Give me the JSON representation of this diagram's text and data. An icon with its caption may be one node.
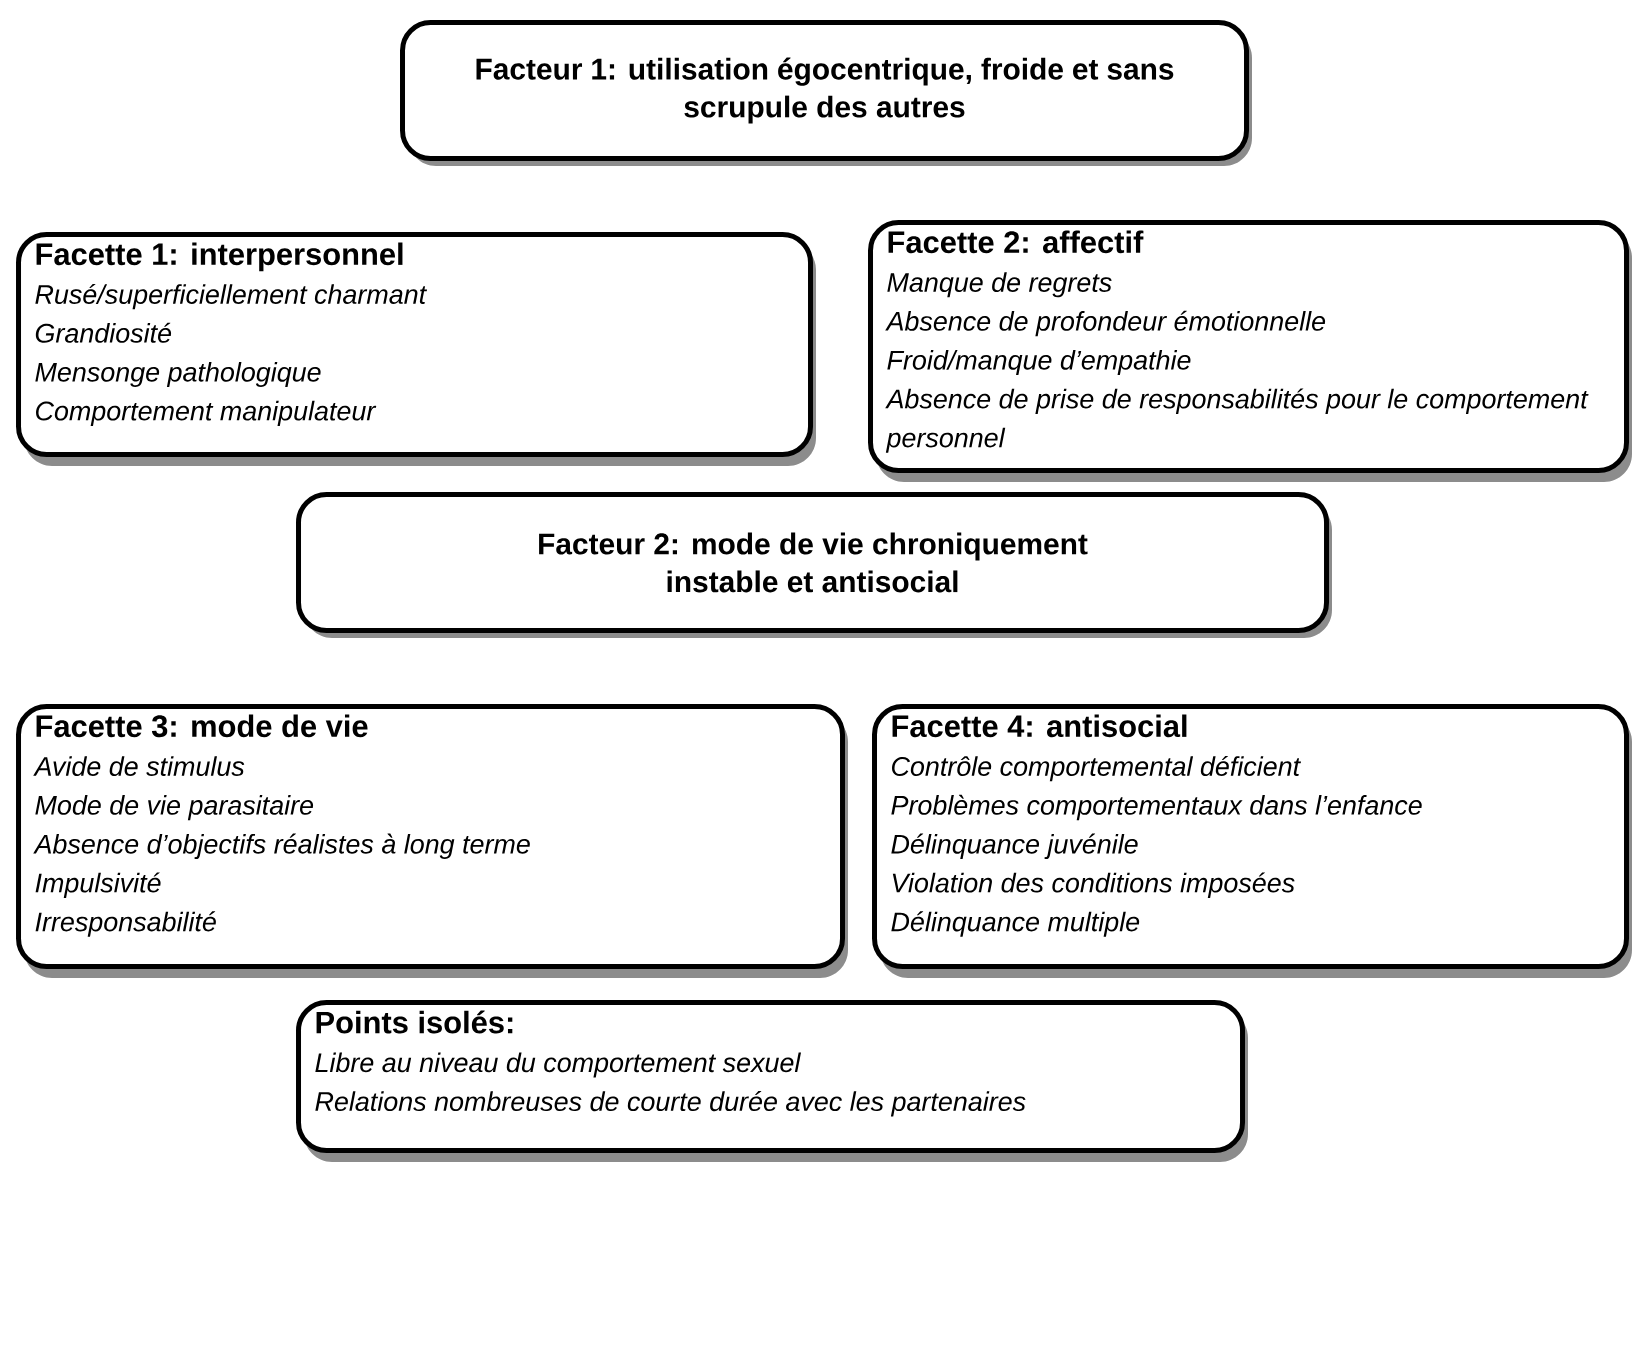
{
  "diagram": {
    "nodes": [
      {
        "text": [
          "Facteur 1: utilisation égocentrique, froide et sans scrupule des autres"
        ]
      },
      {
        "text": [
          "Facette 1: interpersonnel",
          "Rusé/superficiellement charmant",
          "Grandiosité",
          "Mensonge pathologique",
          "Comportement manipulateur"
        ]
      },
      {
        "text": [
          "Facette 2: affectif",
          "Manque de regrets",
          "Absence de profondeur émotionnelle",
          "Froid/manque d’empathie",
          "Absence de prise de responsabilités pour le comportement personnel"
        ]
      },
      {
        "text": [
          "Facteur 2: mode de vie chroniquement instable et antisocial"
        ]
      },
      {
        "text": [
          "Facette 3: mode de vie",
          "Avide de stimulus",
          "Mode de vie parasitaire",
          "Absence d’objectifs réalistes à long terme",
          "Impulsivité",
          "Irresponsabilité"
        ]
      },
      {
        "text": [
          "Facette 4: antisocial",
          "Contrôle comportemental déficient",
          "Problèmes comportementaux dans l’enfance",
          "Délinquance juvénile",
          "Violation des conditions imposées",
          "Délinquance multiple"
        ]
      },
      {
        "text": [
          "Points isolés:",
          "Libre au niveau du comportement sexuel",
          "Relations nombreuses de courte durée avec les partenaires"
        ]
      }
    ]
  }
}
